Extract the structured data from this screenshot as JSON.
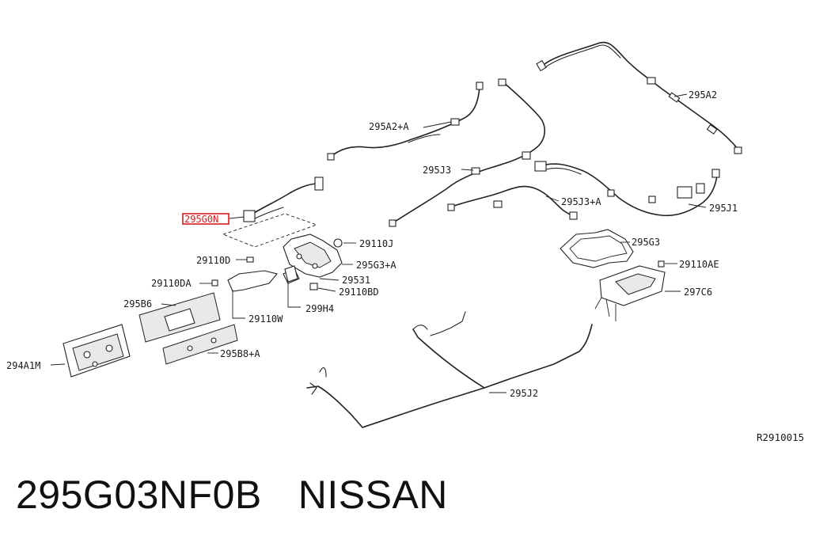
{
  "diagram": {
    "reference_code": "R2910015",
    "callouts": {
      "c295A2": "295A2",
      "c295A2A": "295A2+A",
      "c295J3": "295J3",
      "c295J3A": "295J3+A",
      "c295J1": "295J1",
      "c295G0N": "295G0N",
      "c29110J": "29110J",
      "c29110D": "29110D",
      "c295G3A": "295G3+A",
      "c29531": "29531",
      "c29110DA": "29110DA",
      "c29110BD": "29110BD",
      "c295B6": "295B6",
      "c299H4": "299H4",
      "c29110W": "29110W",
      "c294A1M": "294A1M",
      "c295B8A": "295B8+A",
      "c295G3": "295G3",
      "c29110AE": "29110AE",
      "c297C6": "297C6",
      "c295J2": "295J2"
    },
    "highlighted_callout": "295G0N",
    "highlight_color": "#d41f1f"
  },
  "caption": {
    "part_number": "295G03NF0B",
    "brand": "NISSAN"
  }
}
